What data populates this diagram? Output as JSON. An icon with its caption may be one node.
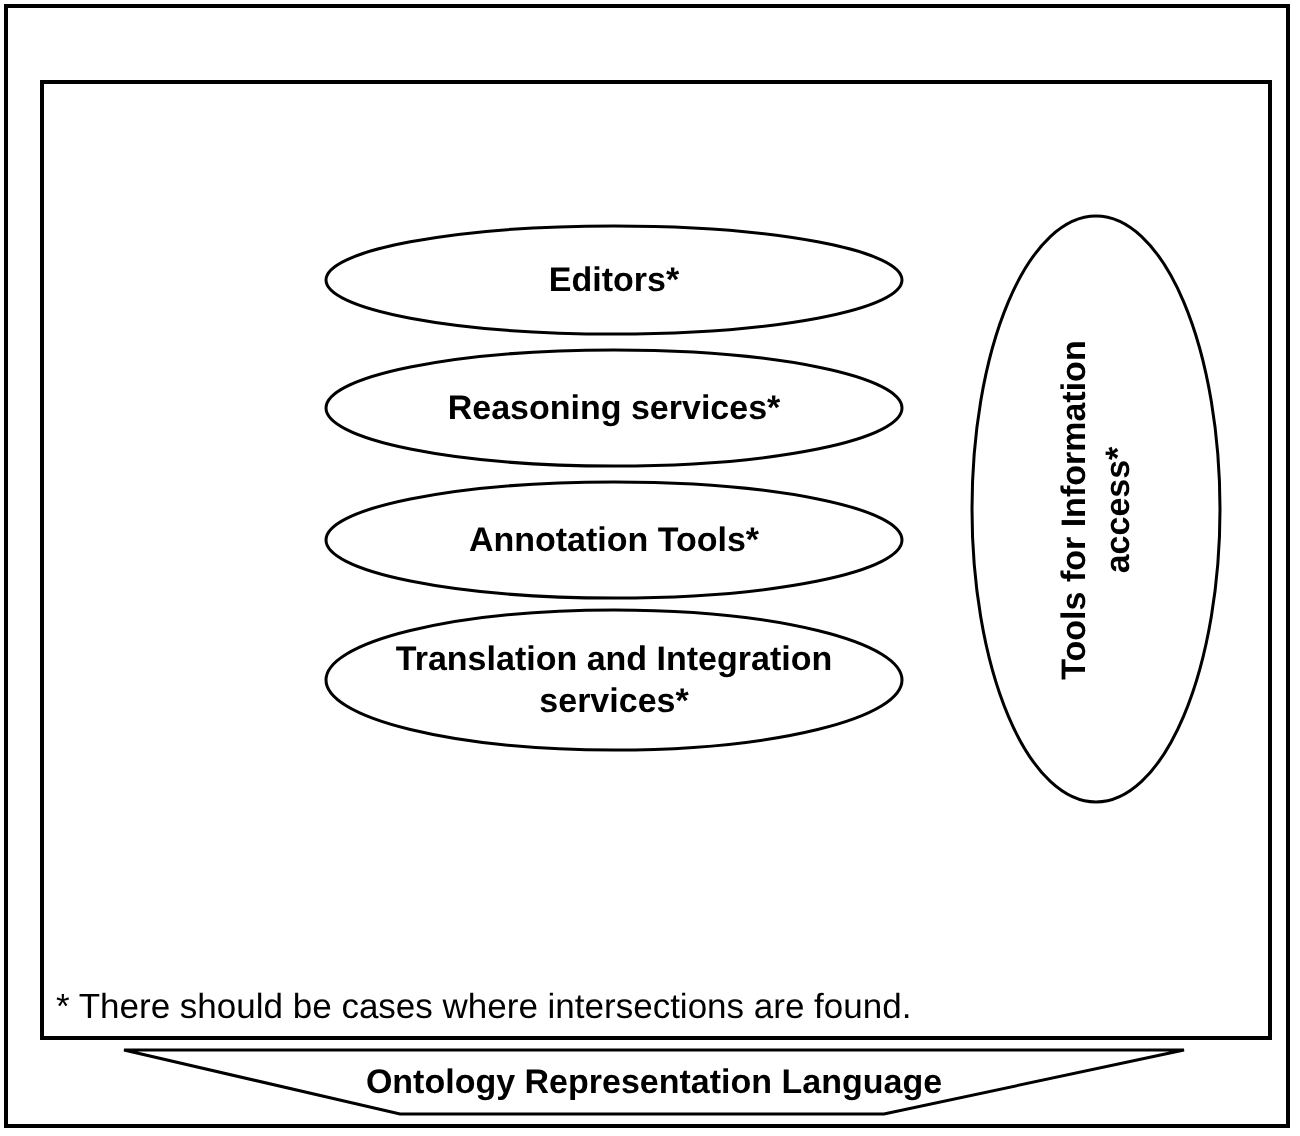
{
  "diagram": {
    "nodes": [
      {
        "text": [
          "* There should be cases where intersections are found."
        ]
      },
      {
        "text": [
          "Editors*"
        ],
        "in": 0
      },
      {
        "text": [
          "Reasoning services*"
        ],
        "in": 0
      },
      {
        "text": [
          "Annotation Tools*"
        ],
        "in": 0
      },
      {
        "text": [
          "Translation and Integration services*"
        ],
        "in": 0
      },
      {
        "text": [
          "Tools for Information access*"
        ],
        "in": 0
      },
      {
        "text": [
          "Ontology Representation Language"
        ]
      }
    ]
  }
}
